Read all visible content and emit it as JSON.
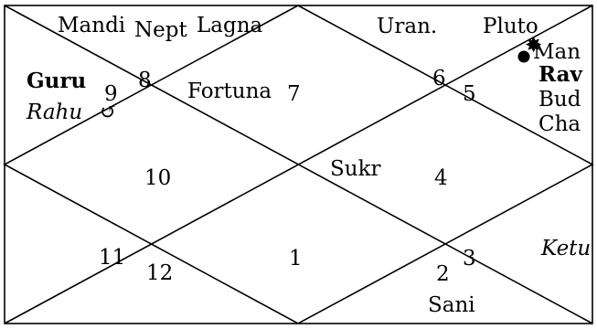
{
  "chart": {
    "house_numbers": {
      "h1": "1",
      "h2": "2",
      "h3": "3",
      "h4": "4",
      "h5": "5",
      "h6": "6",
      "h7": "7",
      "h8": "8",
      "h9": "9",
      "h10": "10",
      "h11": "11",
      "h12": "12"
    },
    "planets": {
      "mandi": "Mandi",
      "nept": "Nept",
      "lagna": "Lagna",
      "uran": "Uran.",
      "pluto": "Pluto",
      "guru": "Guru",
      "rahu": "Rahu",
      "fortuna": "Fortuna",
      "mangal": "Man",
      "ravi": "Rav",
      "budh": "Bud",
      "chandra": "Cha",
      "sukr": "Sukr",
      "ketu": "Ketu",
      "sani": "Sani"
    },
    "marker_glyphs": {
      "retrograde": "↺",
      "combust": "✸"
    }
  }
}
